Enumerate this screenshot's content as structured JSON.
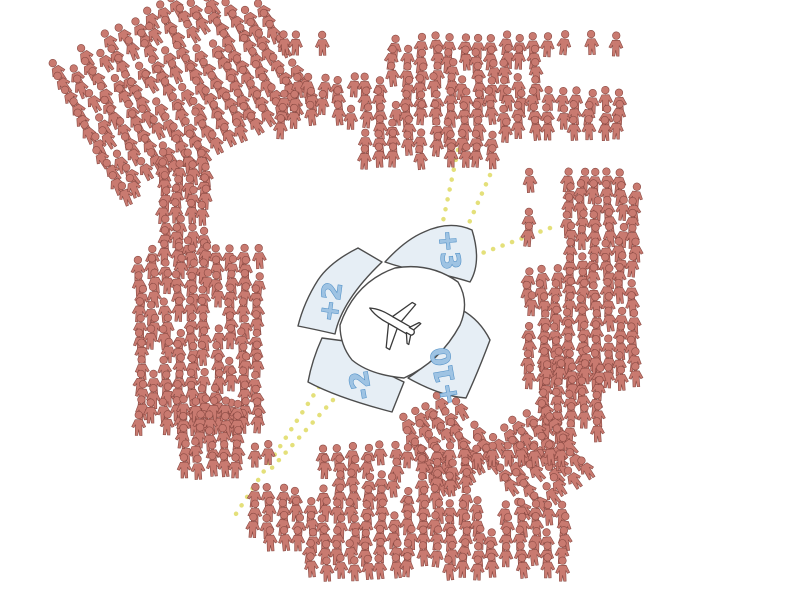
{
  "colors": {
    "background": "#ffffff",
    "crowd_fill": "#c97a70",
    "crowd_stroke": "#8a4a43",
    "pad_fill": "#e6eef5",
    "pad_stroke": "#4d4d4d",
    "label_color": "#9ec3e3",
    "trail_color": "#e4e07a",
    "hub_fill": "#ffffff"
  },
  "hub": {
    "icon": "airplane-icon"
  },
  "pads": [
    {
      "id": "pad-plus3",
      "label": "+3"
    },
    {
      "id": "pad-plus2",
      "label": "+2"
    },
    {
      "id": "pad-minus2",
      "label": "-2"
    },
    {
      "id": "pad-plus10",
      "label": "+10"
    }
  ],
  "crowd": {
    "figure_icon": "person-icon"
  }
}
